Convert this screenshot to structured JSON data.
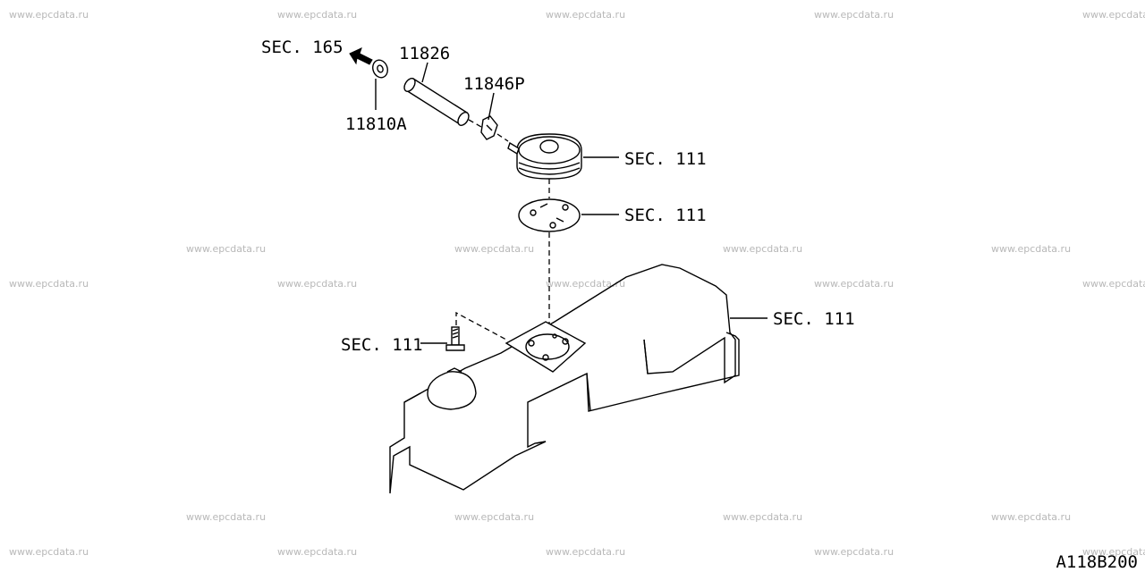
{
  "watermark": "www.epcdata.ru",
  "labels": {
    "sec165": "SEC. 165",
    "p11826": "11826",
    "p11846p": "11846P",
    "p11810a": "11810A",
    "sec111_top": "SEC. 111",
    "sec111_mid": "SEC. 111",
    "sec111_right": "SEC. 111",
    "sec111_bolt": "SEC. 111"
  },
  "diagram_code": "A118B200"
}
